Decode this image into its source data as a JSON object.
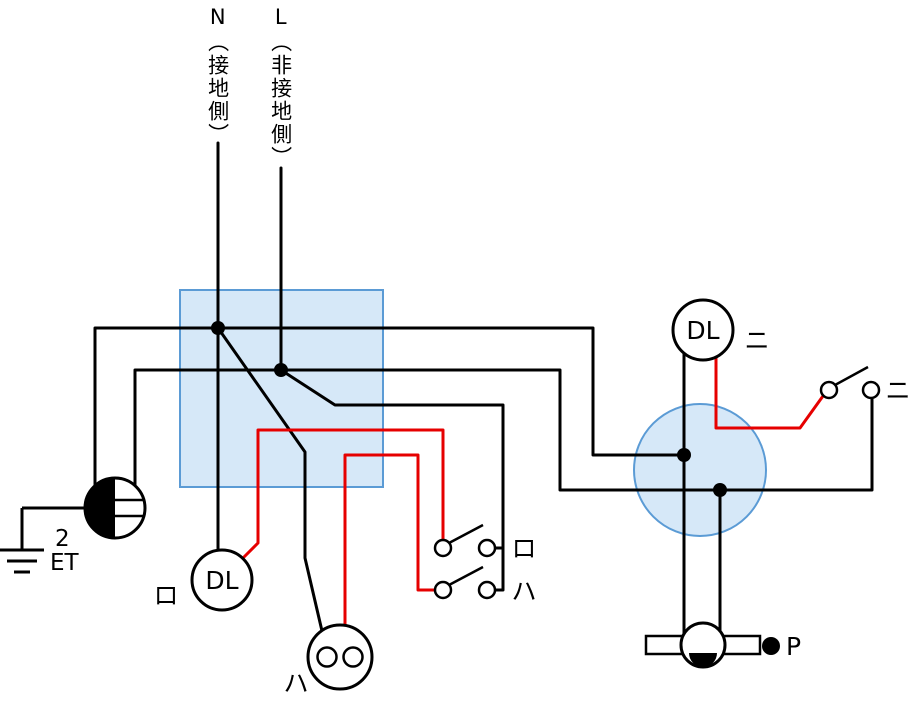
{
  "colors": {
    "wire_black": "#000000",
    "wire_red": "#e60000",
    "box_fill": "#d6e8f8",
    "box_stroke": "#5b9bd5"
  },
  "power_labels": {
    "neutral": {
      "letter": "N",
      "detail": "（接地側）"
    },
    "live": {
      "letter": "L",
      "detail": "（非接地側）"
    }
  },
  "devices": {
    "outlet": {
      "line1": "2",
      "line2": "ET"
    },
    "downlight_ro": {
      "symbol": "DL",
      "circuit": "ロ"
    },
    "downlight_ni": {
      "symbol": "DL",
      "circuit": "ニ"
    },
    "lamp_receptacle": {
      "circuit": "ハ"
    },
    "switch_ro": {
      "circuit": "ロ"
    },
    "switch_ha": {
      "circuit": "ハ"
    },
    "switch_ni": {
      "circuit": "ニ"
    },
    "pendant": {
      "label": "P"
    }
  }
}
